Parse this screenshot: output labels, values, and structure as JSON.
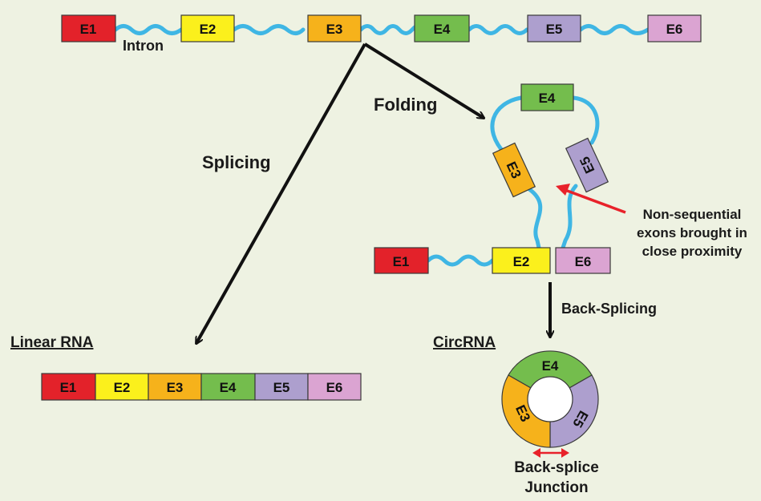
{
  "colors": {
    "E1": "#e3222a",
    "E2": "#fbf01c",
    "E3": "#f6b21b",
    "E4": "#74bd4d",
    "E5": "#ad9fce",
    "E6": "#dba4d2",
    "intron": "#3fb6e4",
    "background": "#eef2e2",
    "arrow": "#111111",
    "highlight_arrow": "#e8222a"
  },
  "exons": {
    "e1": "E1",
    "e2": "E2",
    "e3": "E3",
    "e4": "E4",
    "e5": "E5",
    "e6": "E6"
  },
  "labels": {
    "intron": "Intron",
    "splicing": "Splicing",
    "folding": "Folding",
    "back_splicing": "Back-Splicing",
    "linear_rna": "Linear RNA",
    "circ_rna": "CircRNA",
    "non_sequential": [
      "Non-sequential",
      "exons brought in",
      "close proximity"
    ],
    "junction": [
      "Back-splice",
      "Junction"
    ]
  }
}
